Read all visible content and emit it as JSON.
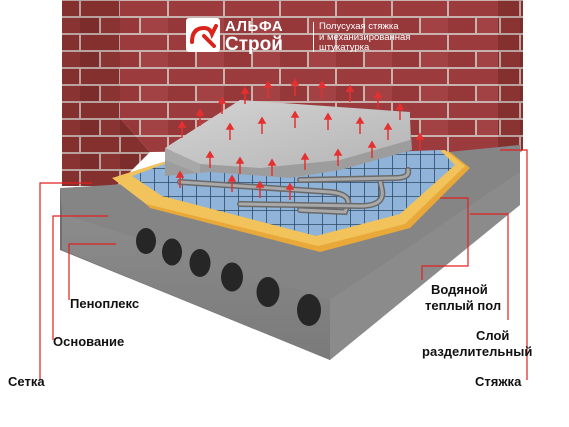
{
  "brand": {
    "name_line1": "АЛЬФА",
    "name_line2": "Строй",
    "tagline": [
      "Полусухая стяжка",
      "и механизированная",
      "штукатурка"
    ]
  },
  "labels": {
    "penoplex": "Пеноплекс",
    "osnovanie": "Основание",
    "setka": "Сетка",
    "vodyanoy": [
      "Водяной",
      "теплый пол"
    ],
    "sloy": [
      "Слой",
      "разделительный"
    ],
    "styazhka": "Стяжка"
  },
  "colors": {
    "brick": "#9c3b3e",
    "mortar": "#c9b3b0",
    "slab": "#8a8a8a",
    "insulation": "#f2c35b",
    "screed": "#bfbfbf",
    "separation_layer": "#8fb3d9",
    "leader_line": "#e02020",
    "heat_arrow": "#e53030",
    "logo_red": "#d9241b"
  },
  "icons": [
    "alfa-stroy-logo-icon",
    "heat-arrow-icon"
  ]
}
